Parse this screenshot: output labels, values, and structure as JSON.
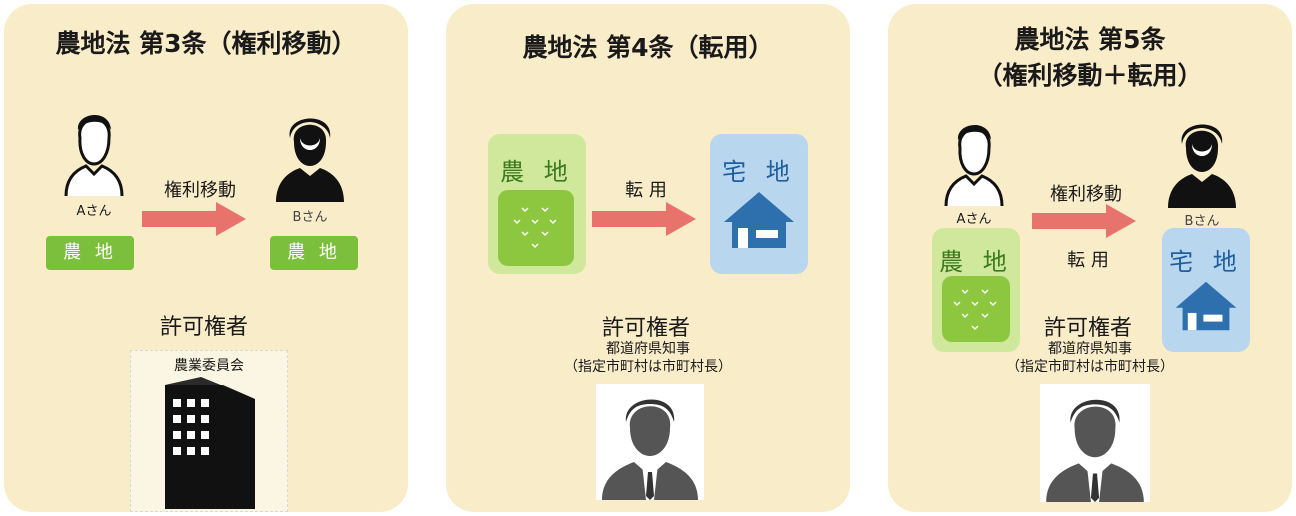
{
  "colors": {
    "panel_bg": "#f9ecc9",
    "arrow": "#e8736c",
    "field_green": "#8dc63f",
    "field_light": "#cfe89b",
    "house_blue": "#2e6fad",
    "house_light": "#b9d6ef",
    "tag_green": "#7cbf3c"
  },
  "panel1": {
    "title": "農地法 第3条（権利移動）",
    "person_a": "Aさん",
    "person_b": "Bさん",
    "arrow_label": "権利移動",
    "land_a": "農 地",
    "land_b": "農 地",
    "permit_title": "許可権者",
    "authority": "農業委員会"
  },
  "panel2": {
    "title": "農地法 第4条（転用）",
    "from_label": "農 地",
    "to_label": "宅 地",
    "arrow_label": "転 用",
    "permit_title": "許可権者",
    "authority_line1": "都道府県知事",
    "authority_line2": "（指定市町村は市町村長）"
  },
  "panel3": {
    "title_line1": "農地法 第5条",
    "title_line2": "（権利移動＋転用）",
    "person_a": "Aさん",
    "person_b": "Bさん",
    "arrow_label": "権利移動",
    "conversion_label": "転 用",
    "from_label": "農 地",
    "to_label": "宅 地",
    "permit_title": "許可権者",
    "authority_line1": "都道府県知事",
    "authority_line2": "（指定市町村は市町村長）"
  }
}
